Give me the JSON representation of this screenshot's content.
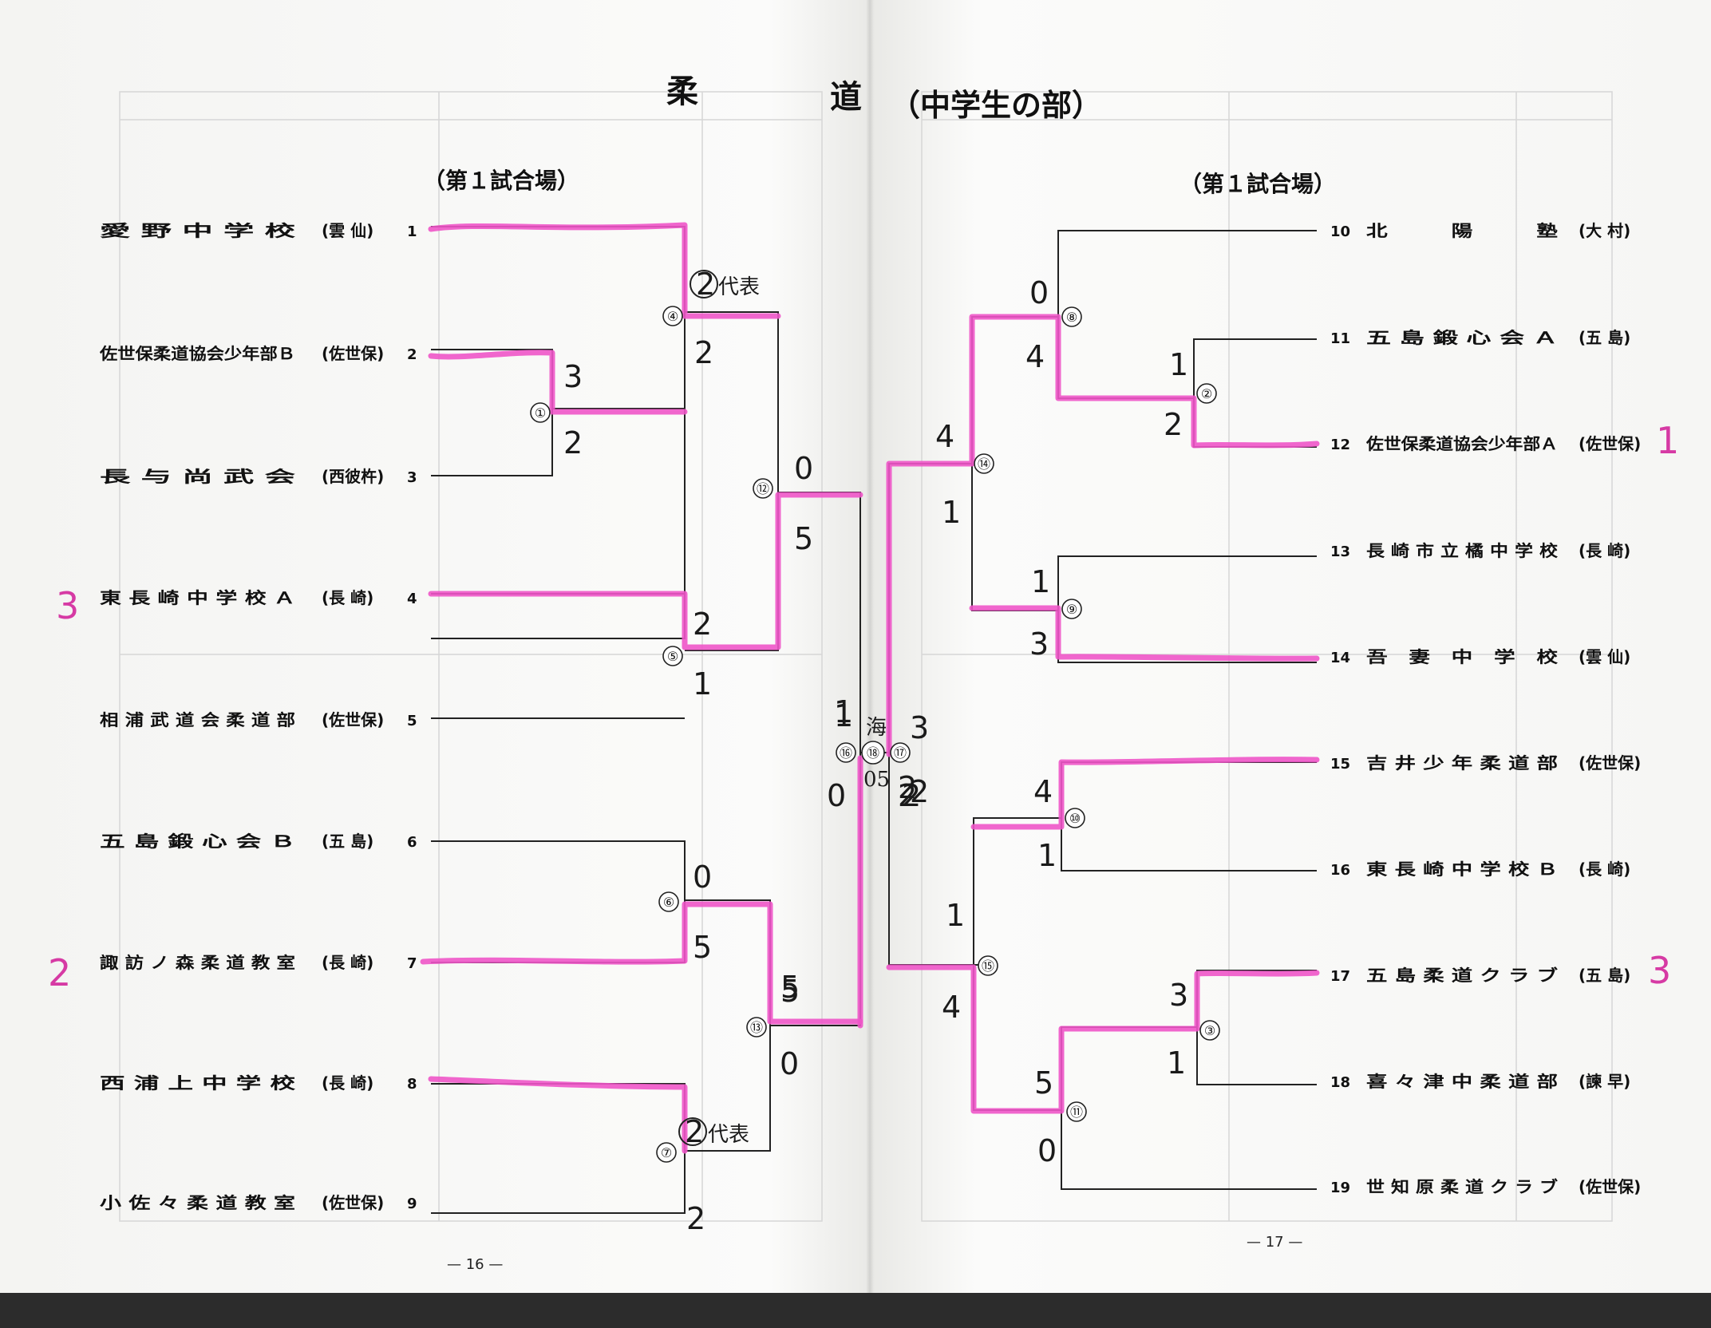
{
  "title": {
    "main_left": "柔",
    "main_right": "道",
    "sub": "（中学生の部）"
  },
  "headers": {
    "left": "（第１試合場）",
    "right": "（第１試合場）"
  },
  "left_teams": [
    {
      "no": "1",
      "name": "愛 野 中 学 校",
      "pref": "(雲 仙)"
    },
    {
      "no": "2",
      "name": "佐世保柔道協会少年部Ｂ",
      "pref": "(佐世保)"
    },
    {
      "no": "3",
      "name": "長 与 尚 武 会",
      "pref": "(西彼杵)"
    },
    {
      "no": "4",
      "name": "東 長 崎 中 学 校 Ａ",
      "pref": "(長 崎)"
    },
    {
      "no": "5",
      "name": "相 浦 武 道 会 柔 道 部",
      "pref": "(佐世保)"
    },
    {
      "no": "6",
      "name": "五 島 鍛 心 会 Ｂ",
      "pref": "(五 島)"
    },
    {
      "no": "7",
      "name": "諏 訪 ノ 森 柔 道 教 室",
      "pref": "(長 崎)"
    },
    {
      "no": "8",
      "name": "西 浦 上 中 学 校",
      "pref": "(長 崎)"
    },
    {
      "no": "9",
      "name": "小 佐 々 柔 道 教 室",
      "pref": "(佐世保)"
    }
  ],
  "right_teams": [
    {
      "no": "10",
      "name": "北　　　陽　　　塾",
      "pref": "(大 村)"
    },
    {
      "no": "11",
      "name": "五 島 鍛 心 会 Ａ",
      "pref": "(五 島)"
    },
    {
      "no": "12",
      "name": "佐世保柔道協会少年部Ａ",
      "pref": "(佐世保)"
    },
    {
      "no": "13",
      "name": "長 崎 市 立 橘 中 学 校",
      "pref": "(長 崎)"
    },
    {
      "no": "14",
      "name": "吾　妻　中　学　校",
      "pref": "(雲 仙)"
    },
    {
      "no": "15",
      "name": "吉 井 少 年 柔 道 部",
      "pref": "(佐世保)"
    },
    {
      "no": "16",
      "name": "東 長 崎 中 学 校 Ｂ",
      "pref": "(長 崎)"
    },
    {
      "no": "17",
      "name": "五 島 柔 道 ク ラ ブ",
      "pref": "(五 島)"
    },
    {
      "no": "18",
      "name": "喜 々 津 中 柔 道 部",
      "pref": "(諫 早)"
    },
    {
      "no": "19",
      "name": "世 知 原 柔 道 ク ラ ブ",
      "pref": "(佐世保)"
    }
  ],
  "match_numbers": [
    "①",
    "②",
    "③",
    "④",
    "⑤",
    "⑥",
    "⑦",
    "⑧",
    "⑨",
    "⑩",
    "⑪",
    "⑫",
    "⑬",
    "⑭",
    "⑮",
    "⑯",
    "⑰",
    "⑱"
  ],
  "scores": [
    "3",
    "2",
    "2",
    "2",
    "1",
    "0",
    "5",
    "2",
    "0",
    "5",
    "1",
    "0",
    "5",
    "5",
    "0",
    "2",
    "2",
    "0",
    "4",
    "1",
    "2",
    "4",
    "1",
    "1",
    "3",
    "4",
    "1",
    "1",
    "4",
    "3",
    "1",
    "5",
    "0",
    "2",
    "1",
    "3",
    "2"
  ],
  "notes": [
    "代表",
    "代表",
    "海",
    "05"
  ],
  "final_rank_marks": [
    "3",
    "2",
    "1",
    "3"
  ],
  "page_numbers": {
    "left": "— 16 —",
    "right": "— 17 —"
  },
  "colors": {
    "highlight": "#ee55c8",
    "rank_mark": "#d63aa4",
    "ink": "#222222"
  }
}
